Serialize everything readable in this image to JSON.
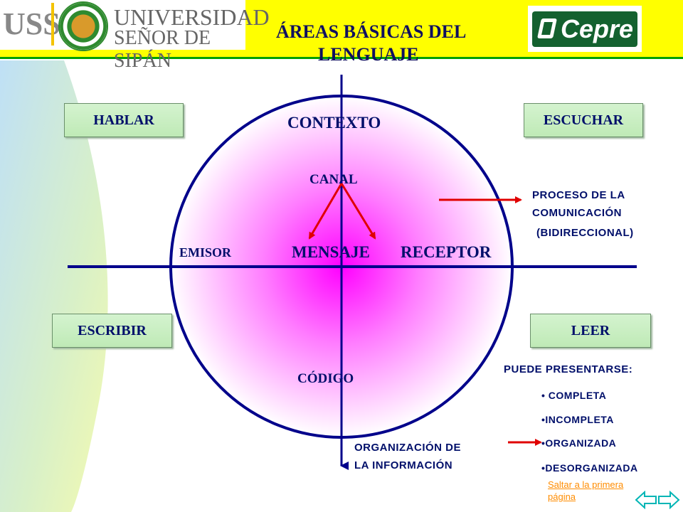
{
  "header": {
    "title_line1": "ÁREAS BÁSICAS DEL",
    "title_line2": "LENGUAJE",
    "logo_uss_mark": "USS",
    "logo_uss_line1": "UNIVERSIDAD",
    "logo_uss_line2": "SEÑOR DE SIPÁN",
    "logo_cepre_text": "Cepre",
    "accent_yellow": "#ffff00",
    "border_green": "#00a000"
  },
  "boxes": {
    "hablar": "HABLAR",
    "escuchar": "ESCUCHAR",
    "escribir": "ESCRIBIR",
    "leer": "LEER"
  },
  "circle": {
    "contexto": "CONTEXTO",
    "canal": "CANAL",
    "emisor": "EMISOR",
    "mensaje": "MENSAJE",
    "receptor": "RECEPTOR",
    "codigo": "CÓDIGO",
    "circle_color": "#00008b",
    "fill_center": "#ff00ff"
  },
  "right_notes": {
    "proceso_line1": "PROCESO DE LA",
    "proceso_line2": "COMUNICACIÓN",
    "proceso_line3": "(BIDIRECCIONAL)",
    "puede": "PUEDE PRESENTARSE:",
    "items": [
      "• COMPLETA",
      "•INCOMPLETA",
      "•ORGANIZADA",
      "•DESORGANIZADA"
    ]
  },
  "bottom": {
    "organizacion_line1": "ORGANIZACIÓN  DE",
    "organizacion_line2": "LA INFORMACIÓN"
  },
  "nav": {
    "link_line1": "Saltar a la primera",
    "link_line2": "página",
    "link_color": "#ff8c00"
  }
}
